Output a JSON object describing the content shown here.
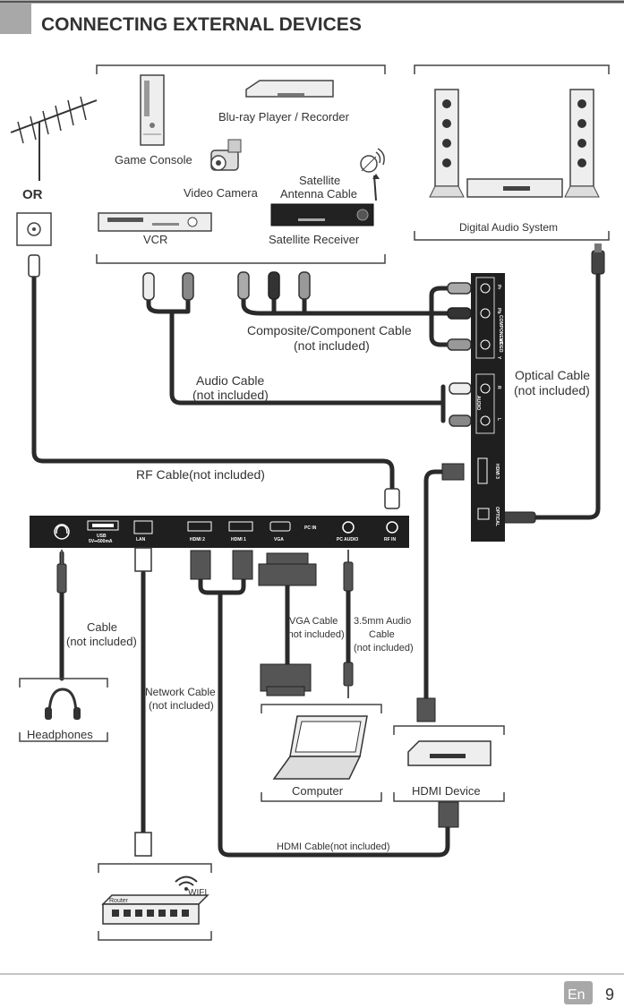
{
  "header": {
    "title": "CONNECTING EXTERNAL DEVICES"
  },
  "devices": {
    "blu_ray": "Blu-ray Player / Recorder",
    "game_console": "Game Console",
    "video_camera": "Video Camera",
    "satellite_antenna_1": "Satellite",
    "satellite_antenna_2": "Antenna Cable",
    "vcr": "VCR",
    "satellite_receiver": "Satellite Receiver",
    "digital_audio": "Digital Audio System",
    "headphones": "Headphones",
    "computer": "Computer",
    "hdmi_device": "HDMI Device",
    "router": "Router",
    "wifi": "WIFI"
  },
  "antenna_or": "OR",
  "cables": {
    "composite_1": "Composite/Component Cable",
    "composite_2": "(not included)",
    "audio_1": "Audio Cable",
    "audio_2": "(not included)",
    "optical_1": "Optical Cable",
    "optical_2": "(not included)",
    "rf": "RF Cable(not included)",
    "headphone_1": "Cable",
    "headphone_2": "(not included)",
    "network_1": "Network Cable",
    "network_2": "(not included)",
    "vga_1": "VGA Cable",
    "vga_2": "(not included)",
    "audio35_1": "3.5mm Audio",
    "audio35_2": "Cable",
    "audio35_3": "(not included)",
    "hdmi": "HDMI Cable(not included)"
  },
  "tv_rear_ports": {
    "usb": "USB",
    "usb_rating": "5V⎓500mA",
    "lan": "LAN",
    "hdmi2": "HDMI 2",
    "hdmi1": "HDMI 1",
    "vga": "VGA",
    "pc_in": "PC IN",
    "pc_audio": "PC AUDIO",
    "rf_in": "RF IN"
  },
  "tv_side_ports": {
    "component": "COMPONENT",
    "video": "VIDEO",
    "y": "Y",
    "pb": "Pb",
    "pr": "Pr",
    "audio": "AUDIO",
    "r": "R",
    "l": "L",
    "hdmi3": "HDMI 3",
    "optical": "OPTICAL"
  },
  "footer": {
    "language": "En",
    "page": "9"
  },
  "colors": {
    "panel": "#1f1f1f",
    "cable": "#2a2a2a",
    "badge": "#a8a8a8",
    "header_block": "#a8a8a8"
  }
}
